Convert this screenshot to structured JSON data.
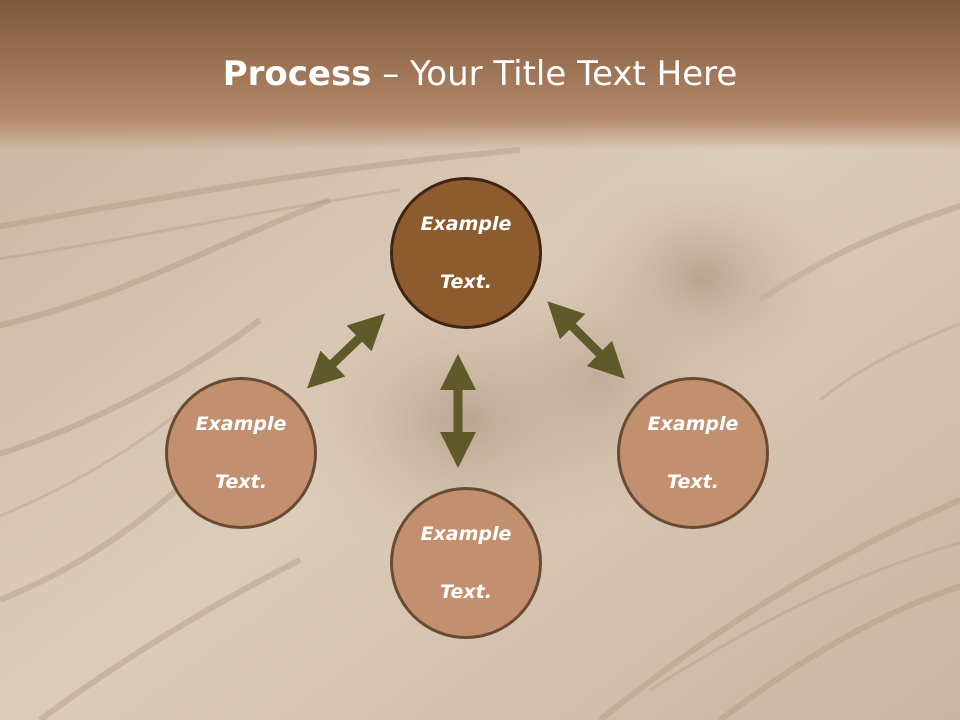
{
  "title": {
    "bold_part": "Process",
    "rest": " – Your Title Text Here"
  },
  "nodes": {
    "center": {
      "line1": "Example",
      "line2": "Text."
    },
    "left": {
      "line1": "Example",
      "line2": "Text."
    },
    "bottom": {
      "line1": "Example",
      "line2": "Text."
    },
    "right": {
      "line1": "Example",
      "line2": "Text."
    }
  },
  "colors": {
    "center_node": "#8e5b2e",
    "outer_nodes": "#c2906f",
    "arrows": "#5e5a2a",
    "title_band": "#9a7052"
  }
}
